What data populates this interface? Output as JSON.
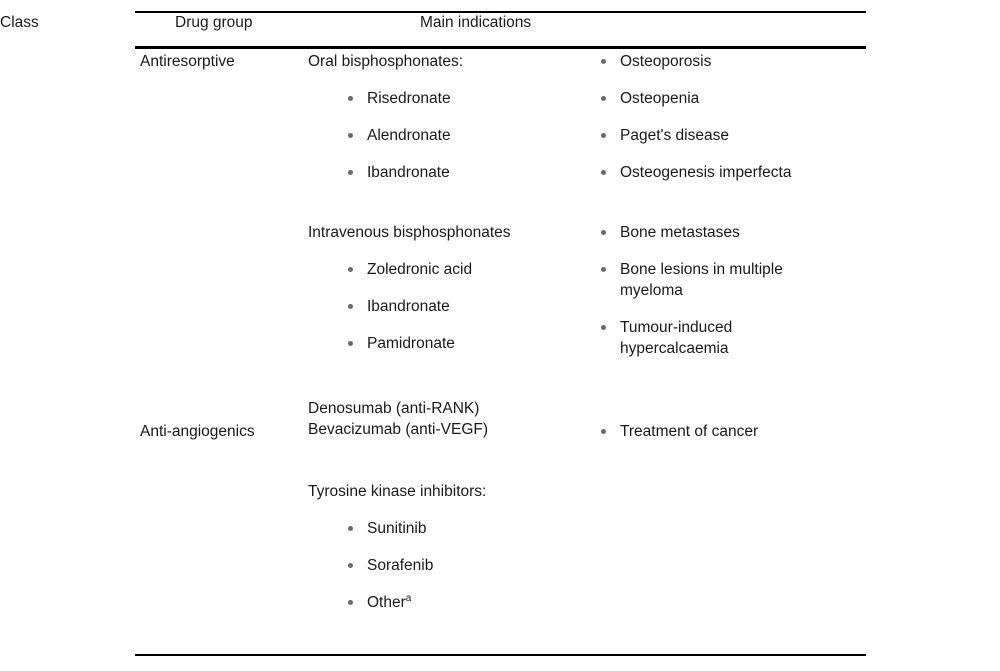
{
  "table": {
    "headers": {
      "class": "Class",
      "drug_group": "Drug group",
      "main_indications": "Main indications"
    },
    "rows": [
      {
        "class": "Antiresorptive",
        "groups": [
          {
            "title": "Oral bisphosphonates:",
            "drugs": [
              "Risedronate",
              "Alendronate",
              "Ibandronate"
            ],
            "indications": [
              "Osteoporosis",
              "Osteopenia",
              "Paget's disease",
              "Osteogenesis imperfecta"
            ]
          },
          {
            "title": "Intravenous bisphosphonates",
            "drugs": [
              "Zoledronic acid",
              "Ibandronate",
              "Pamidronate"
            ],
            "indications": [
              "Bone metastases",
              "Bone lesions in multiple myeloma",
              "Tumour-induced hypercalcaemia"
            ]
          }
        ]
      },
      {
        "class": "Anti-angiogenics",
        "groups": [
          {
            "title": "Denosumab (anti-RANK)\nBevacizumab (anti-VEGF)",
            "drugs": [],
            "indications": [
              "Treatment of cancer"
            ]
          },
          {
            "title": "Tyrosine kinase inhibitors:",
            "drugs": [
              "Sunitinib",
              "Sorafenib",
              "Other"
            ],
            "drug_superscripts": [
              "",
              "",
              "a"
            ],
            "indications": []
          }
        ]
      }
    ]
  },
  "style": {
    "rule_color": "#000000",
    "bullet_color": "#6b6b6b",
    "text_color": "#1a1a1a"
  }
}
